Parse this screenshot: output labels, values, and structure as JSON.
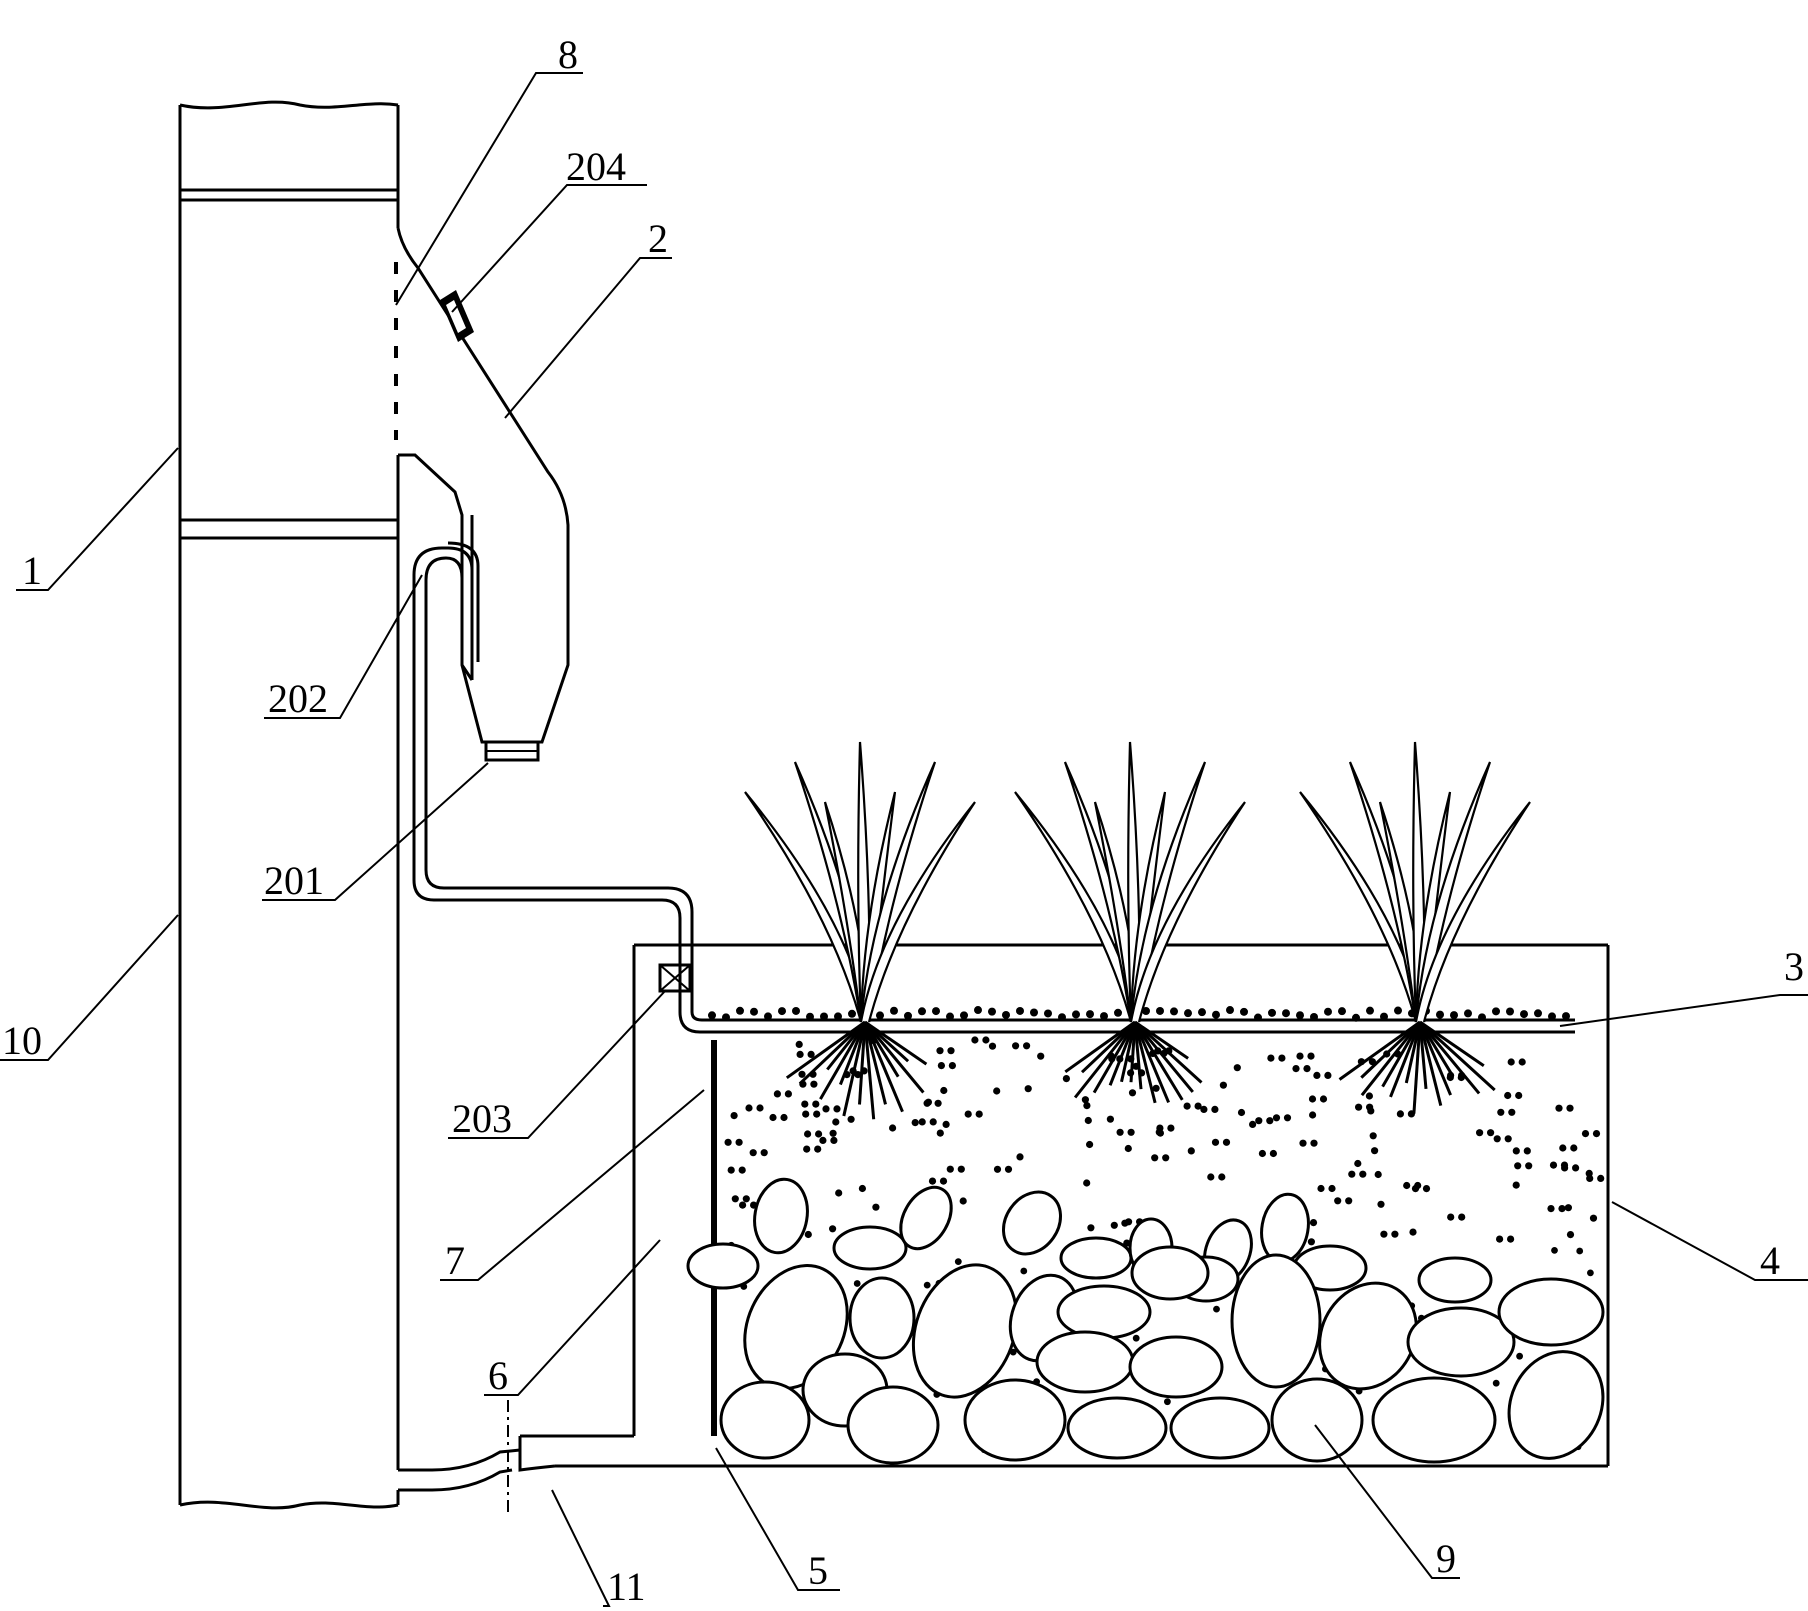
{
  "figure": {
    "labels": [
      {
        "key": "pipe_1",
        "text": "1"
      },
      {
        "key": "vessel_2",
        "text": "2"
      },
      {
        "key": "tray_3",
        "text": "3"
      },
      {
        "key": "tank_4",
        "text": "4"
      },
      {
        "key": "baffle_5",
        "text": "5"
      },
      {
        "key": "channel_6",
        "text": "6"
      },
      {
        "key": "wall_7",
        "text": "7"
      },
      {
        "key": "mesh_8",
        "text": "8"
      },
      {
        "key": "stones_9",
        "text": "9"
      },
      {
        "key": "pipe_10",
        "text": "10"
      },
      {
        "key": "inlet_11",
        "text": "11"
      },
      {
        "key": "outlet_201",
        "text": "201"
      },
      {
        "key": "siphon_202",
        "text": "202"
      },
      {
        "key": "valve_203",
        "text": "203"
      },
      {
        "key": "cover_204",
        "text": "204"
      }
    ]
  },
  "colors": {
    "line": "#000000",
    "background": "#ffffff"
  }
}
